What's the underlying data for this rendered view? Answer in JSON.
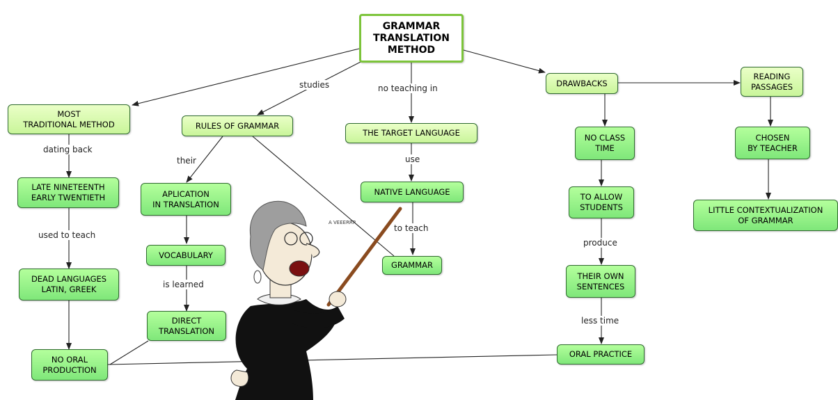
{
  "map": {
    "root": "GRAMMAR\nTRANSLATION\nMETHOD",
    "nodes": {
      "most_traditional": "MOST\nTRADITIONAL METHOD",
      "late_nineteenth": "LATE NINETEENTH\nEARLY TWENTIETH",
      "dead_languages": "DEAD LANGUAGES\nLATIN, GREEK",
      "no_oral_production": "NO ORAL\nPRODUCTION",
      "rules_of_grammar": "RULES OF GRAMMAR",
      "aplication": "APLICATION\nIN TRANSLATION",
      "vocabulary": "VOCABULARY",
      "direct_translation": "DIRECT\nTRANSLATION",
      "target_language": "THE TARGET LANGUAGE",
      "native_language": "NATIVE LANGUAGE",
      "grammar": "GRAMMAR",
      "drawbacks": "DRAWBACKS",
      "no_class_time": "NO CLASS\nTIME",
      "to_allow": "TO ALLOW\nSTUDENTS",
      "own_sentences": "THEIR OWN\nSENTENCES",
      "oral_practice": "ORAL PRACTICE",
      "reading_passages": "READING\nPASSAGES",
      "chosen_by_teacher": "CHOSEN\nBY TEACHER",
      "little_context": "LITTLE CONTEXTUALIZATION\nOF GRAMMAR"
    },
    "links": {
      "dating_back": "dating back",
      "used_to_teach": "used to teach",
      "studies": "studies",
      "their": "their",
      "is_learned": "is learned",
      "no_teaching_in": "no teaching in",
      "use": "use",
      "to_teach": "to teach",
      "produce": "produce",
      "less_time": "less time"
    },
    "illustration": {
      "speech": "A VEEERRR"
    }
  }
}
